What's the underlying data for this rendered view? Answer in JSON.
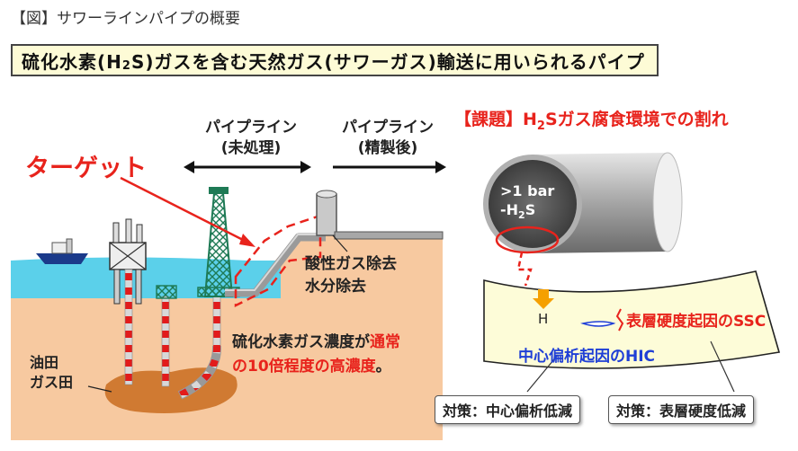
{
  "caption": "【図】サワーラインパイプの概要",
  "title_pre": "硫化水素(H",
  "title_sub": "2",
  "title_post": "S)ガスを含む天然ガス(サワーガス)輸送に用いられるパイプ",
  "pipeline_untreated": {
    "line1": "パイプライン",
    "line2": "(未処理)"
  },
  "pipeline_refined": {
    "line1": "パイプライン",
    "line2": "(精製後)"
  },
  "target_label": "ターゲット",
  "issue_pre": "【課題】H",
  "issue_sub": "2",
  "issue_post": "Sガス腐食環境での割れ",
  "acid_removal": {
    "line1": "酸性ガス除去",
    "line2": "水分除去"
  },
  "concentration": {
    "part1": "硫化水素ガス濃度が",
    "part2": "通常",
    "part3": "の10倍程度の高濃度",
    "part4": "。"
  },
  "field_label": {
    "line1": "油田",
    "line2": "ガス田"
  },
  "pipe_pressure": {
    "line1": ">1 bar",
    "line2": "-H",
    "line2_sub": "2",
    "line2_post": "S"
  },
  "hydrogen": "H",
  "ssc_label": "表層硬度起因のSSC",
  "hic_label": "中心偏析起因のHIC",
  "countermeasure_center": "対策：中心偏析低減",
  "countermeasure_surface": "対策：表層硬度低減",
  "colors": {
    "sea": "#5bd0ea",
    "ground": "#f7c9a0",
    "sky": "#ffffff",
    "accent_red": "#e8231c",
    "hic_blue": "#1f3fd6",
    "rig_green": "#1e7a55",
    "title_bg": "#fdfbd6",
    "plate_fill": "#fdfcd8"
  }
}
